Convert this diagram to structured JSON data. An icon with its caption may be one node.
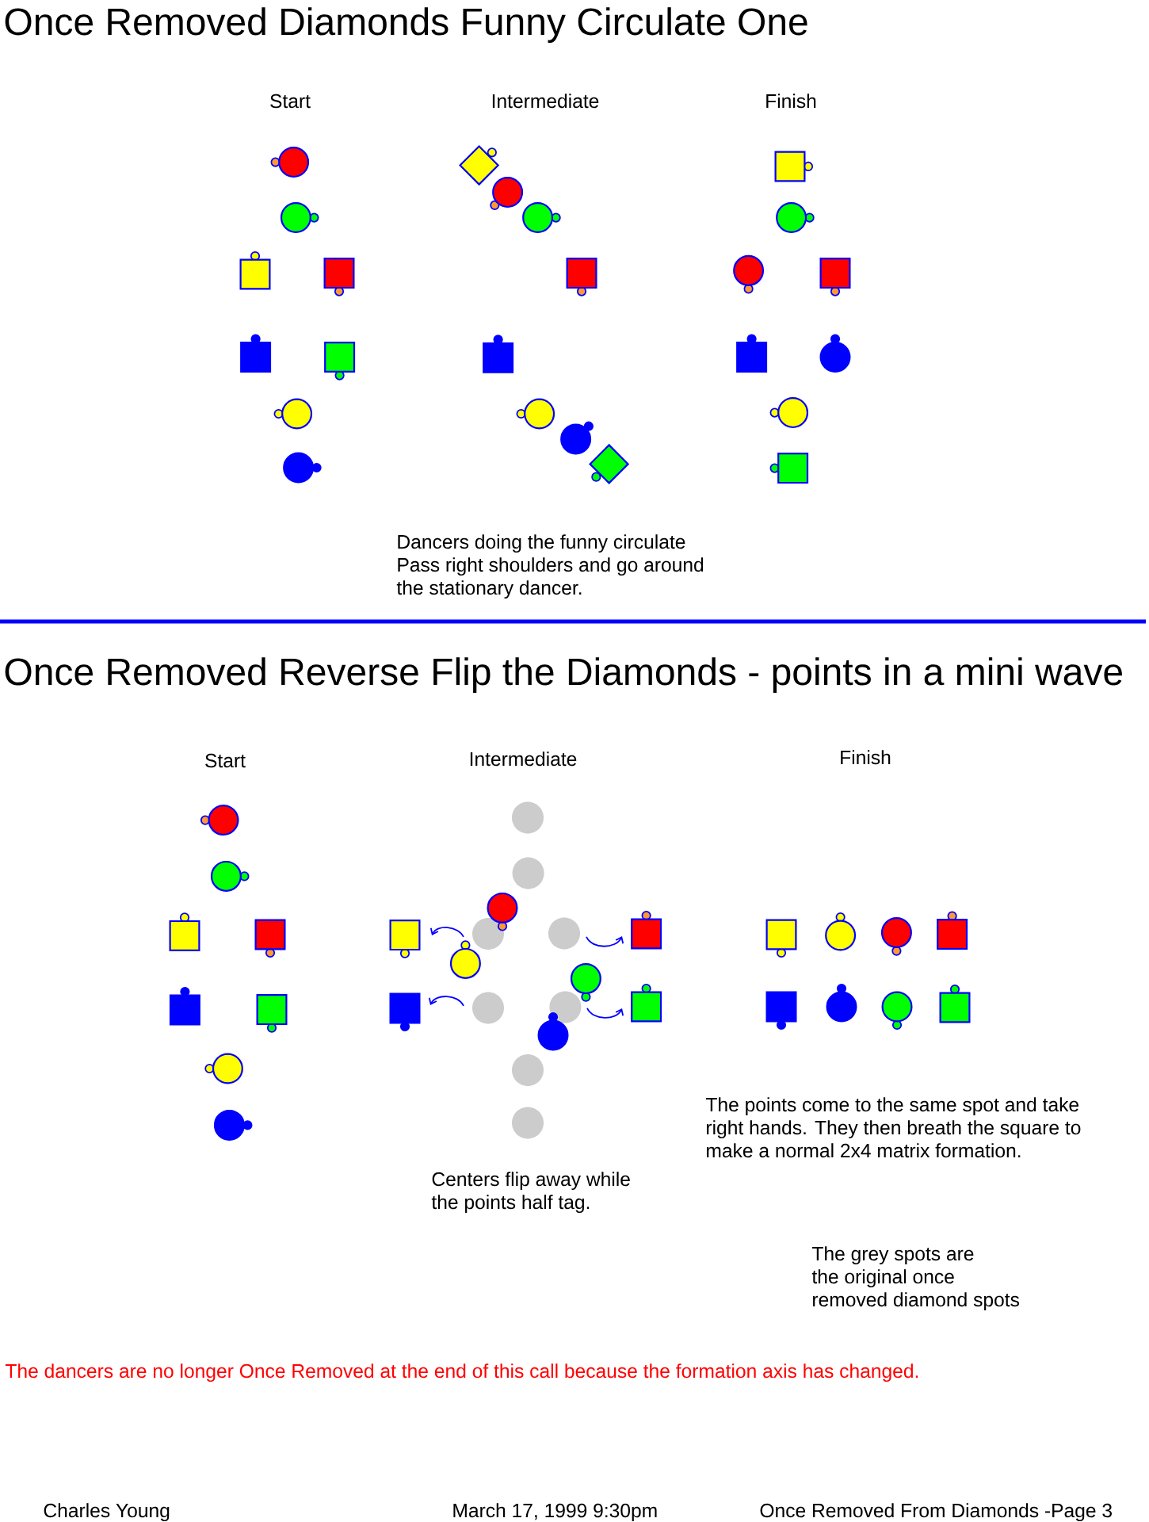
{
  "diagram": {
    "title": "Once Removed Diamonds Funny Circulate One",
    "labels": [
      "Start",
      "Intermediate",
      "Finish",
      "Dancers doing the funny circulate Pass right shoulders and go around the stationary dancer.",
      "Once Removed Reverse Flip the Diamonds - points in a mini wave",
      "Start",
      "Intermediate",
      "Finish",
      "The points come to the same spot and take right hands. They then breath the square to make a normal 2x4 matrix formation.",
      "Centers flip away while the points half tag.",
      "The grey spots are the original once removed diamond spots",
      "The dancers are no longer Once Removed at the end of this call because the formation axis has changed.",
      "Charles Young",
      "March 17, 1999 9:30pm",
      "Once Removed From Diamonds -Page 3"
    ]
  }
}
